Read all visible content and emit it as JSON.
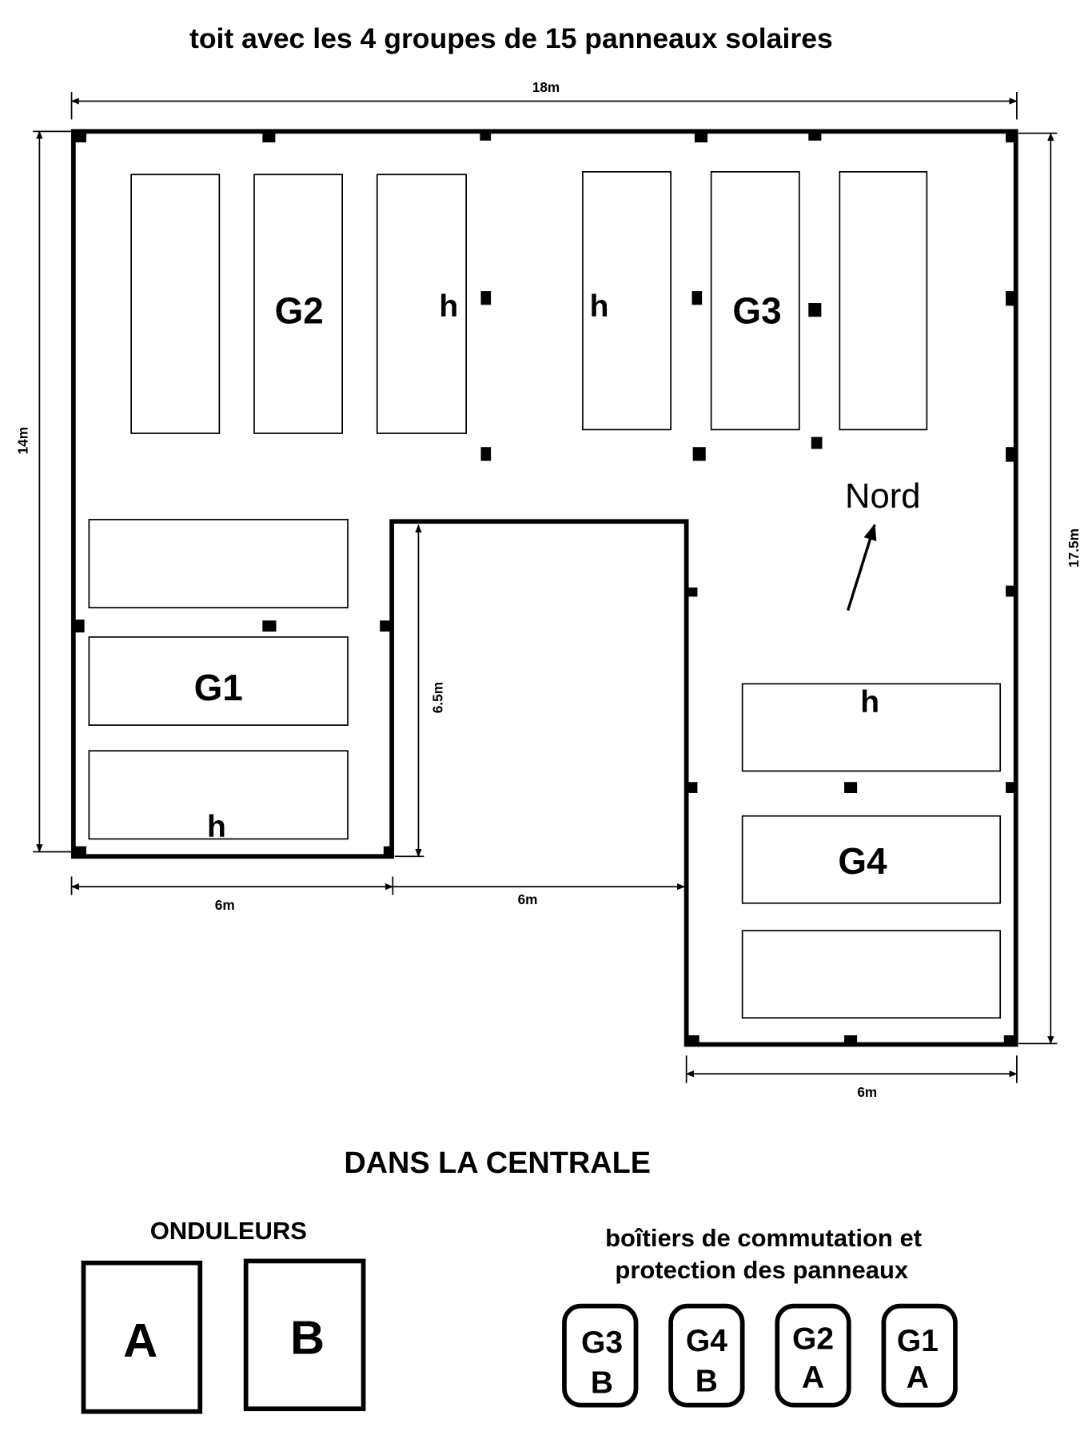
{
  "title": "toit avec les 4 groupes de 15 panneaux solaires",
  "roof": {
    "dimensions": {
      "top": "18m",
      "left": "14m",
      "right": "17.5m",
      "inner": "6.5m",
      "bottom_left": "6m",
      "bottom_middle": "6m",
      "bottom_right": "6m"
    },
    "groups": {
      "g1": "G1",
      "g2": "G2",
      "g3": "G3",
      "g4": "G4"
    },
    "h_label": "h",
    "north_label": "Nord"
  },
  "centrale": {
    "title": "DANS LA CENTRALE",
    "inverters_title": "ONDULEURS",
    "inverters": [
      "A",
      "B"
    ],
    "boxes_title_line1": "boîtiers de commutation et",
    "boxes_title_line2": "protection des panneaux",
    "boxes": [
      {
        "group": "G3",
        "inverter": "B"
      },
      {
        "group": "G4",
        "inverter": "B"
      },
      {
        "group": "G2",
        "inverter": "A"
      },
      {
        "group": "G1",
        "inverter": "A"
      }
    ]
  }
}
